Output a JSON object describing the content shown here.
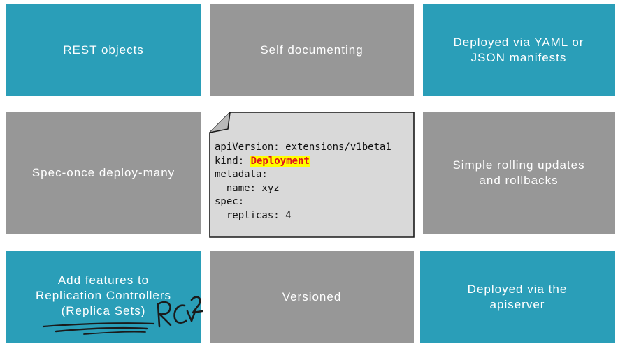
{
  "tiles": {
    "rest_objects": "REST objects",
    "self_documenting": "Self documenting",
    "deployed_yaml": "Deployed via YAML or\nJSON manifests",
    "spec_once": "Spec-once deploy-many",
    "rolling_updates": "Simple rolling updates\nand rollbacks",
    "add_features": "Add  features to\nReplication Controllers\n(Replica Sets)",
    "versioned": "Versioned",
    "deployed_apiserver": "Deployed via the\napiserver"
  },
  "manifest": {
    "line1": "apiVersion: extensions/v1beta1",
    "kind_key": "kind: ",
    "kind_value": "Deployment",
    "line3": "metadata:",
    "line4": "  name: xyz",
    "line5": "spec:",
    "line6": "  replicas: 4"
  },
  "annotation": "RCv2",
  "colors": {
    "teal": "#2a9eb8",
    "gray": "#979797",
    "card": "#d9d9d9",
    "highlight": "#ffff00",
    "kind_text": "#e0141e"
  }
}
